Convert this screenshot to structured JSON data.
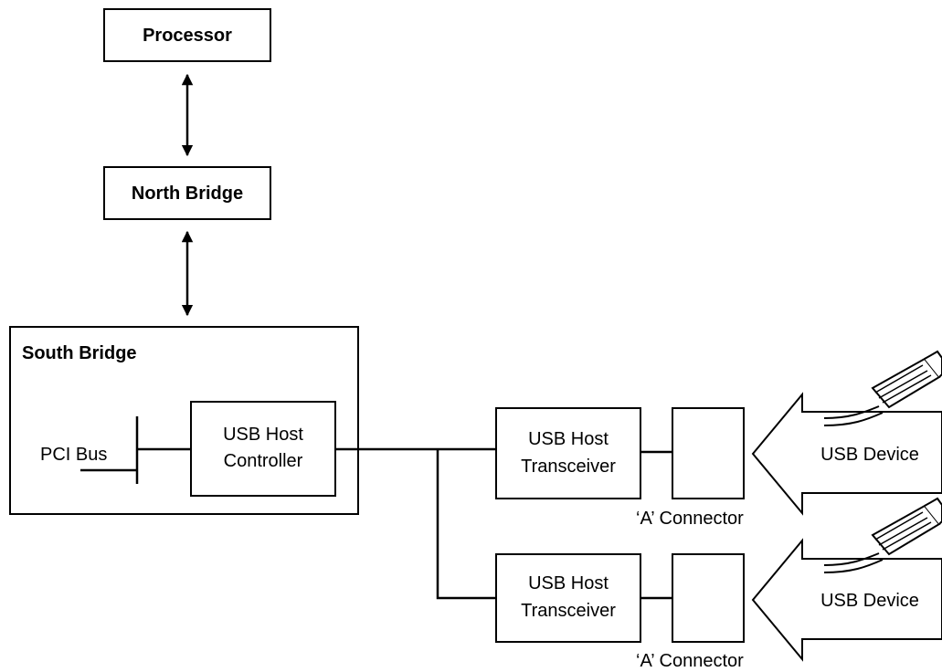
{
  "processor": "Processor",
  "north_bridge": "North Bridge",
  "south_bridge": "South Bridge",
  "pci_bus": "PCI Bus",
  "host_controller": {
    "line1": "USB Host",
    "line2": "Controller"
  },
  "ports": [
    {
      "transceiver": {
        "line1": "USB Host",
        "line2": "Transceiver"
      },
      "connector": "‘A’ Connector",
      "device": "USB Device"
    },
    {
      "transceiver": {
        "line1": "USB Host",
        "line2": "Transceiver"
      },
      "connector": "‘A’ Connector",
      "device": "USB Device"
    }
  ],
  "colors": {
    "line": "#000000",
    "background": "#ffffff"
  }
}
